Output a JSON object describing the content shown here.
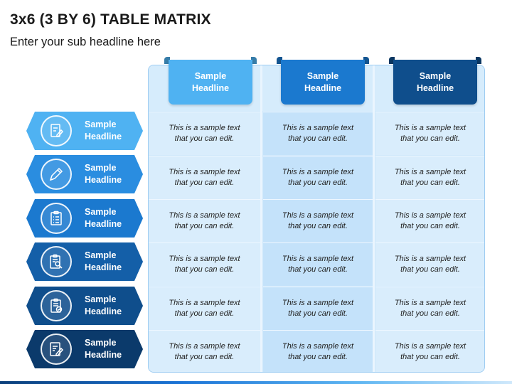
{
  "title": "3x6 (3 BY 6) TABLE MATRIX",
  "subtitle": "Enter your sub headline here",
  "columns": [
    {
      "label": "Sample Headline",
      "color": "#4fb2f2"
    },
    {
      "label": "Sample Headline",
      "color": "#1b79cf"
    },
    {
      "label": "Sample Headline",
      "color": "#0f4e8c"
    }
  ],
  "rows": [
    {
      "label": "Sample Headline",
      "icon": "checklist-pen-icon",
      "color": "#4fb2f2"
    },
    {
      "label": "Sample Headline",
      "icon": "pencil-icon",
      "color": "#2a8de0"
    },
    {
      "label": "Sample Headline",
      "icon": "clipboard-list-icon",
      "color": "#1b79cf"
    },
    {
      "label": "Sample Headline",
      "icon": "clipboard-search-icon",
      "color": "#145fa8"
    },
    {
      "label": "Sample Headline",
      "icon": "clipboard-check-icon",
      "color": "#0f4e8c"
    },
    {
      "label": "Sample Headline",
      "icon": "document-pen-icon",
      "color": "#0b3a6b"
    }
  ],
  "cells": [
    [
      "This is a sample text that you can edit.",
      "This is a sample text that you can edit.",
      "This is a sample text that you can edit."
    ],
    [
      "This is a sample text that you can edit.",
      "This is a sample text that you can edit.",
      "This is a sample text that you can edit."
    ],
    [
      "This is a sample text that you can edit.",
      "This is a sample text that you can edit.",
      "This is a sample text that you can edit."
    ],
    [
      "This is a sample text that you can edit.",
      "This is a sample text that you can edit.",
      "This is a sample text that you can edit."
    ],
    [
      "This is a sample text that you can edit.",
      "This is a sample text that you can edit.",
      "This is a sample text that you can edit."
    ],
    [
      "This is a sample text that you can edit.",
      "This is a sample text that you can edit.",
      "This is a sample text that you can edit."
    ]
  ],
  "colors": {
    "panel": "#cfe8fb",
    "cell_even": "#d9edfc",
    "cell_odd": "#c4e2fa"
  }
}
